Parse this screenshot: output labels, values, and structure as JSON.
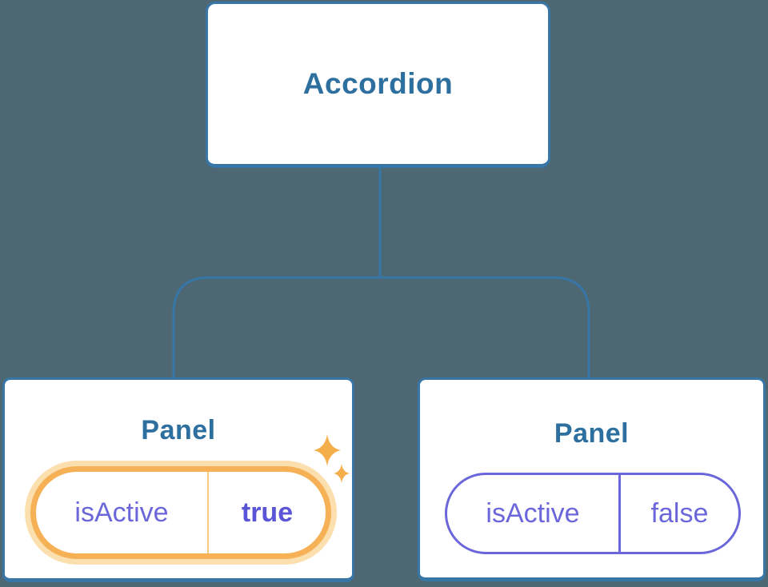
{
  "diagram": {
    "root": {
      "label": "Accordion"
    },
    "panels": [
      {
        "title": "Panel",
        "state_key": "isActive",
        "state_value": "true",
        "highlighted": true
      },
      {
        "title": "Panel",
        "state_key": "isActive",
        "state_value": "false",
        "highlighted": false
      }
    ]
  },
  "colors": {
    "background": "#4d6873",
    "node_border_blue": "#3776a6",
    "node_text_blue": "#2d6f9f",
    "state_purple": "#6b66da",
    "active_value_purple": "#5a54d6",
    "highlight_orange": "#f6b156",
    "highlight_glow": "#fcdfae",
    "highlight_divider": "#f9c87f",
    "sparkle_orange": "#f5ae4c"
  }
}
